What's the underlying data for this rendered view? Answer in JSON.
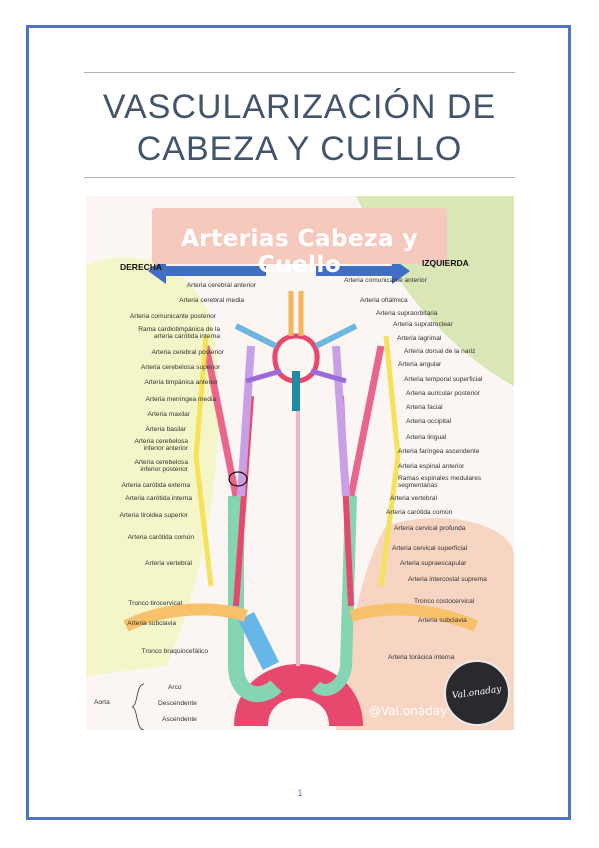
{
  "document": {
    "title_line1": "VASCULARIZACIÓN DE",
    "title_line2": "CABEZA Y CUELLO",
    "page_number": "1"
  },
  "figure": {
    "banner_title": "Arterias Cabeza y Cuello",
    "direction_right_side": "DERECHA",
    "direction_left_side": "IZQUIERDA",
    "watermark": "@Val.onaday",
    "signature": "Val.onaday",
    "left_labels": [
      "Arteria cerebral anterior",
      "Arteria cerebral media",
      "Arteria comunicante posterior",
      "Rama cardiotimpánica de la\narteria carótida interna",
      "Arteria cerebral posterior",
      "Arteria cerebelosa superior",
      "Arteria timpánica anterior",
      "Arteria meníngea media",
      "Arteria maxilar",
      "Arteria basilar",
      "Arteria cerebelosa\ninferior anterior",
      "Arteria cerebelosa\ninferior posterior",
      "Arteria carótida externa",
      "Arteria carótida interna",
      "Arteria tiroidea superior",
      "Arteria carótida común",
      "Arteria vertebral",
      "Tronco tirocervical",
      "Arteria subclavia",
      "Tronco braquiocefálico"
    ],
    "right_labels": [
      "Arteria comunicante anterior",
      "Arteria oftálmica",
      "Arteria supraorbitaria",
      "Arteria supratroclear",
      "Arteria lagrimal",
      "Arteria dorsal de la nariz",
      "Arteria angular",
      "Arteria temporal superficial",
      "Arteria auricular posterior",
      "Arteria facial",
      "Arteria occipital",
      "Arteria lingual",
      "Arteria faríngea ascendente",
      "Arteria espinal anterior",
      "Ramas espinales medulares\nsegmentarias",
      "Arteria vertebral",
      "Arteria carótida común",
      "Arteria cervical profunda",
      "Arteria cervical superficial",
      "Arteria supraescapular",
      "Arteria intercostal suprema",
      "Tronco costocervical",
      "Arteria subclavia",
      "Arteria torácica interna"
    ],
    "aorta": {
      "label": "Aorta",
      "parts": [
        "Arco",
        "Descendente",
        "Ascendente"
      ]
    }
  }
}
